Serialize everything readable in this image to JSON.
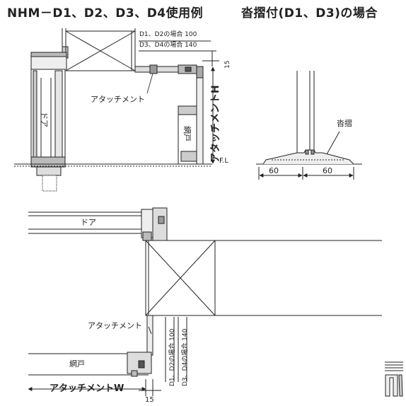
{
  "header": {
    "title_left": "NHM－D1、D2、D3、D4使用例",
    "title_right": "沓摺付(D1、D3)の場合"
  },
  "elevation": {
    "note_d12": "D1、D2の場合 100",
    "note_d34": "D3、D4の場合 140",
    "dim_top": "15",
    "attachment_label": "アタッチメント",
    "attachment_h": "アタッチメントH",
    "door_label": "ドア",
    "screen_label": "網戸",
    "floor_label": "F.L"
  },
  "threshold": {
    "label": "沓摺",
    "dim_left": "60",
    "dim_right": "60"
  },
  "plan": {
    "door_label": "ドア",
    "attachment_label": "アタッチメント",
    "screen_label": "網戸",
    "attachment_w": "アタッチメントW",
    "dim_bottom": "15",
    "note_d12": "D1、D2の場合 100",
    "note_d34": "D3、D4の場合 140"
  }
}
